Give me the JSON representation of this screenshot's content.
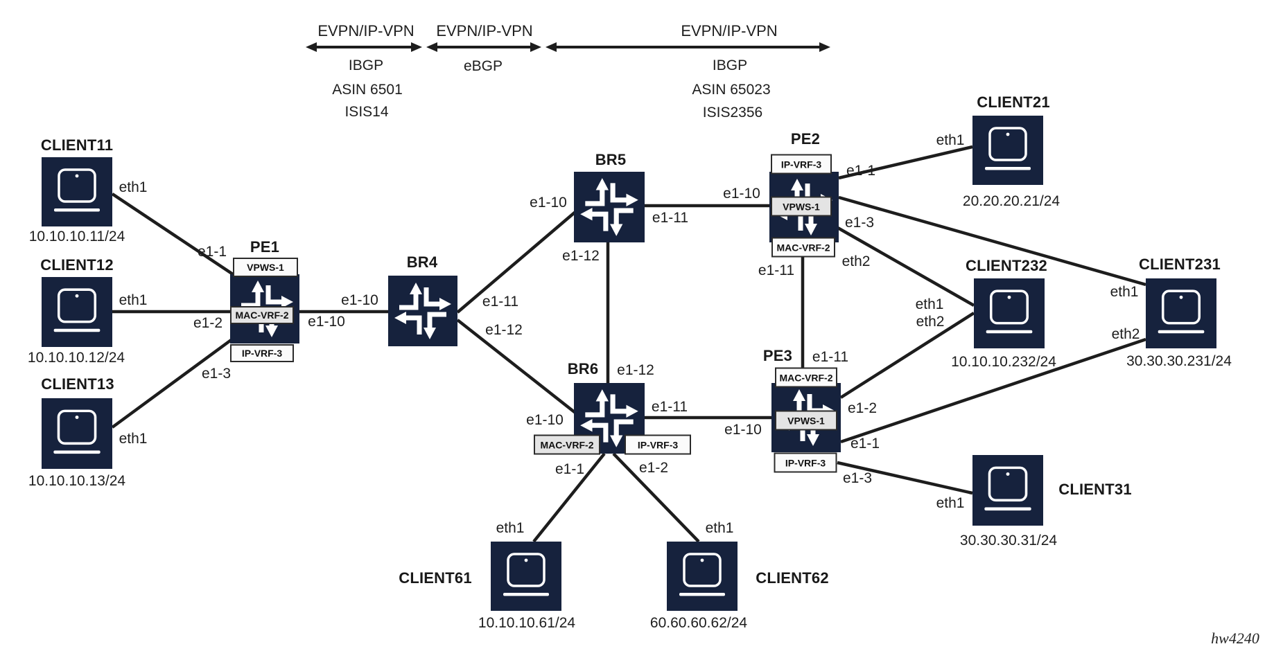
{
  "figure_label": "hw4240",
  "colors": {
    "node_fill": "#16223d",
    "wire": "#1d1d1d",
    "service_box_bg": "#fbfbfb",
    "service_box_mid_bg": "#e4e4e4"
  },
  "sections": [
    {
      "label": "EVPN/IP-VPN",
      "details": [
        "IBGP",
        "ASIN 6501",
        "ISIS14"
      ]
    },
    {
      "label": "EVPN/IP-VPN",
      "details": [
        "eBGP"
      ]
    },
    {
      "label": "EVPN/IP-VPN",
      "details": [
        "IBGP",
        "ASIN 65023",
        "ISIS2356"
      ]
    }
  ],
  "nodes": {
    "client11": {
      "name": "CLIENT11",
      "ip": "10.10.10.11/24"
    },
    "client12": {
      "name": "CLIENT12",
      "ip": "10.10.10.12/24"
    },
    "client13": {
      "name": "CLIENT13",
      "ip": "10.10.10.13/24"
    },
    "client21": {
      "name": "CLIENT21",
      "ip": "20.20.20.21/24"
    },
    "client232": {
      "name": "CLIENT232",
      "ip": "10.10.10.232/24"
    },
    "client231": {
      "name": "CLIENT231",
      "ip": "30.30.30.231/24"
    },
    "client31": {
      "name": "CLIENT31",
      "ip": "30.30.30.31/24"
    },
    "client61": {
      "name": "CLIENT61",
      "ip": "10.10.10.61/24"
    },
    "client62": {
      "name": "CLIENT62",
      "ip": "60.60.60.62/24"
    },
    "pe1": {
      "name": "PE1",
      "services": [
        "VPWS-1",
        "MAC-VRF-2",
        "IP-VRF-3"
      ]
    },
    "pe2": {
      "name": "PE2",
      "services": [
        "IP-VRF-3",
        "VPWS-1",
        "MAC-VRF-2"
      ]
    },
    "pe3": {
      "name": "PE3",
      "services": [
        "MAC-VRF-2",
        "VPWS-1",
        "IP-VRF-3"
      ]
    },
    "br4": {
      "name": "BR4"
    },
    "br5": {
      "name": "BR5"
    },
    "br6": {
      "name": "BR6",
      "services": [
        "MAC-VRF-2",
        "IP-VRF-3"
      ]
    }
  },
  "ports": {
    "client11_eth1": "eth1",
    "client12_eth1": "eth1",
    "client13_eth1": "eth1",
    "pe1_e1_1": "e1-1",
    "pe1_e1_2": "e1-2",
    "pe1_e1_3": "e1-3",
    "pe1_e1_10": "e1-10",
    "br4_e1_10": "e1-10",
    "br4_e1_11": "e1-11",
    "br4_e1_12": "e1-12",
    "br5_e1_10": "e1-10",
    "br5_e1_11": "e1-11",
    "br5_e1_12": "e1-12",
    "br6_e1_12": "e1-12",
    "br6_e1_10": "e1-10",
    "br6_e1_11": "e1-11",
    "br6_e1_1": "e1-1",
    "br6_e1_2": "e1-2",
    "pe2_e1_10": "e1-10",
    "pe2_e1_11": "e1-11",
    "pe2_e1_1": "e1-1",
    "pe2_e1_3": "e1-3",
    "pe2_eth2": "eth2",
    "pe3_e1_11": "e1-11",
    "pe3_e1_10": "e1-10",
    "pe3_e1_2": "e1-2",
    "pe3_e1_1": "e1-1",
    "pe3_e1_3": "e1-3",
    "client21_eth1": "eth1",
    "client232_eth1": "eth1",
    "client232_eth2": "eth2",
    "client231_eth1": "eth1",
    "client231_eth2": "eth2",
    "client31_eth1": "eth1",
    "client61_eth1": "eth1",
    "client62_eth1": "eth1"
  }
}
